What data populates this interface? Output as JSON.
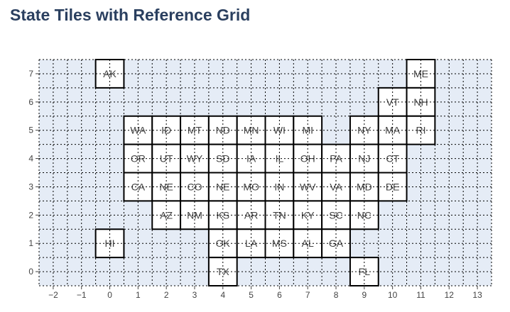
{
  "chart_data": {
    "type": "heatmap",
    "title": "State Tiles with Reference Grid",
    "xlabel": "",
    "ylabel": "",
    "xlim": [
      -2.5,
      13.5
    ],
    "ylim": [
      -0.5,
      7.5
    ],
    "x_ticks": [
      -2,
      -1,
      0,
      1,
      2,
      3,
      4,
      5,
      6,
      7,
      8,
      9,
      10,
      11,
      12,
      13
    ],
    "y_ticks": [
      0,
      1,
      2,
      3,
      4,
      5,
      6,
      7
    ],
    "grid": true,
    "grid_style": "dotted",
    "colors": {
      "plot_bg": "#e5ecf6",
      "tile_fill": "#ffffff",
      "tile_border": "#000000",
      "grid": "#000000",
      "title": "#2a3f5f",
      "tick": "#444444"
    },
    "tiles": [
      {
        "label": "AK",
        "x": 0,
        "y": 7
      },
      {
        "label": "ME",
        "x": 11,
        "y": 7
      },
      {
        "label": "VT",
        "x": 10,
        "y": 6
      },
      {
        "label": "NH",
        "x": 11,
        "y": 6
      },
      {
        "label": "WA",
        "x": 1,
        "y": 5
      },
      {
        "label": "ID",
        "x": 2,
        "y": 5
      },
      {
        "label": "MT",
        "x": 3,
        "y": 5
      },
      {
        "label": "ND",
        "x": 4,
        "y": 5
      },
      {
        "label": "MN",
        "x": 5,
        "y": 5
      },
      {
        "label": "WI",
        "x": 6,
        "y": 5
      },
      {
        "label": "MI",
        "x": 7,
        "y": 5
      },
      {
        "label": "NY",
        "x": 9,
        "y": 5
      },
      {
        "label": "MA",
        "x": 10,
        "y": 5
      },
      {
        "label": "RI",
        "x": 11,
        "y": 5
      },
      {
        "label": "OR",
        "x": 1,
        "y": 4
      },
      {
        "label": "UT",
        "x": 2,
        "y": 4
      },
      {
        "label": "WY",
        "x": 3,
        "y": 4
      },
      {
        "label": "SD",
        "x": 4,
        "y": 4
      },
      {
        "label": "IA",
        "x": 5,
        "y": 4
      },
      {
        "label": "IL",
        "x": 6,
        "y": 4
      },
      {
        "label": "OH",
        "x": 7,
        "y": 4
      },
      {
        "label": "PA",
        "x": 8,
        "y": 4
      },
      {
        "label": "NJ",
        "x": 9,
        "y": 4
      },
      {
        "label": "CT",
        "x": 10,
        "y": 4
      },
      {
        "label": "CA",
        "x": 1,
        "y": 3
      },
      {
        "label": "NE",
        "x": 2,
        "y": 3
      },
      {
        "label": "CO",
        "x": 3,
        "y": 3
      },
      {
        "label": "NE",
        "x": 4,
        "y": 3
      },
      {
        "label": "MO",
        "x": 5,
        "y": 3
      },
      {
        "label": "IN",
        "x": 6,
        "y": 3
      },
      {
        "label": "WV",
        "x": 7,
        "y": 3
      },
      {
        "label": "VA",
        "x": 8,
        "y": 3
      },
      {
        "label": "MD",
        "x": 9,
        "y": 3
      },
      {
        "label": "DE",
        "x": 10,
        "y": 3
      },
      {
        "label": "AZ",
        "x": 2,
        "y": 2
      },
      {
        "label": "NM",
        "x": 3,
        "y": 2
      },
      {
        "label": "KS",
        "x": 4,
        "y": 2
      },
      {
        "label": "AR",
        "x": 5,
        "y": 2
      },
      {
        "label": "TN",
        "x": 6,
        "y": 2
      },
      {
        "label": "KY",
        "x": 7,
        "y": 2
      },
      {
        "label": "SC",
        "x": 8,
        "y": 2
      },
      {
        "label": "NC",
        "x": 9,
        "y": 2
      },
      {
        "label": "HI",
        "x": 0,
        "y": 1
      },
      {
        "label": "OK",
        "x": 4,
        "y": 1
      },
      {
        "label": "LA",
        "x": 5,
        "y": 1
      },
      {
        "label": "MS",
        "x": 6,
        "y": 1
      },
      {
        "label": "AL",
        "x": 7,
        "y": 1
      },
      {
        "label": "GA",
        "x": 8,
        "y": 1
      },
      {
        "label": "TX",
        "x": 4,
        "y": 0
      },
      {
        "label": "FL",
        "x": 9,
        "y": 0
      }
    ]
  }
}
